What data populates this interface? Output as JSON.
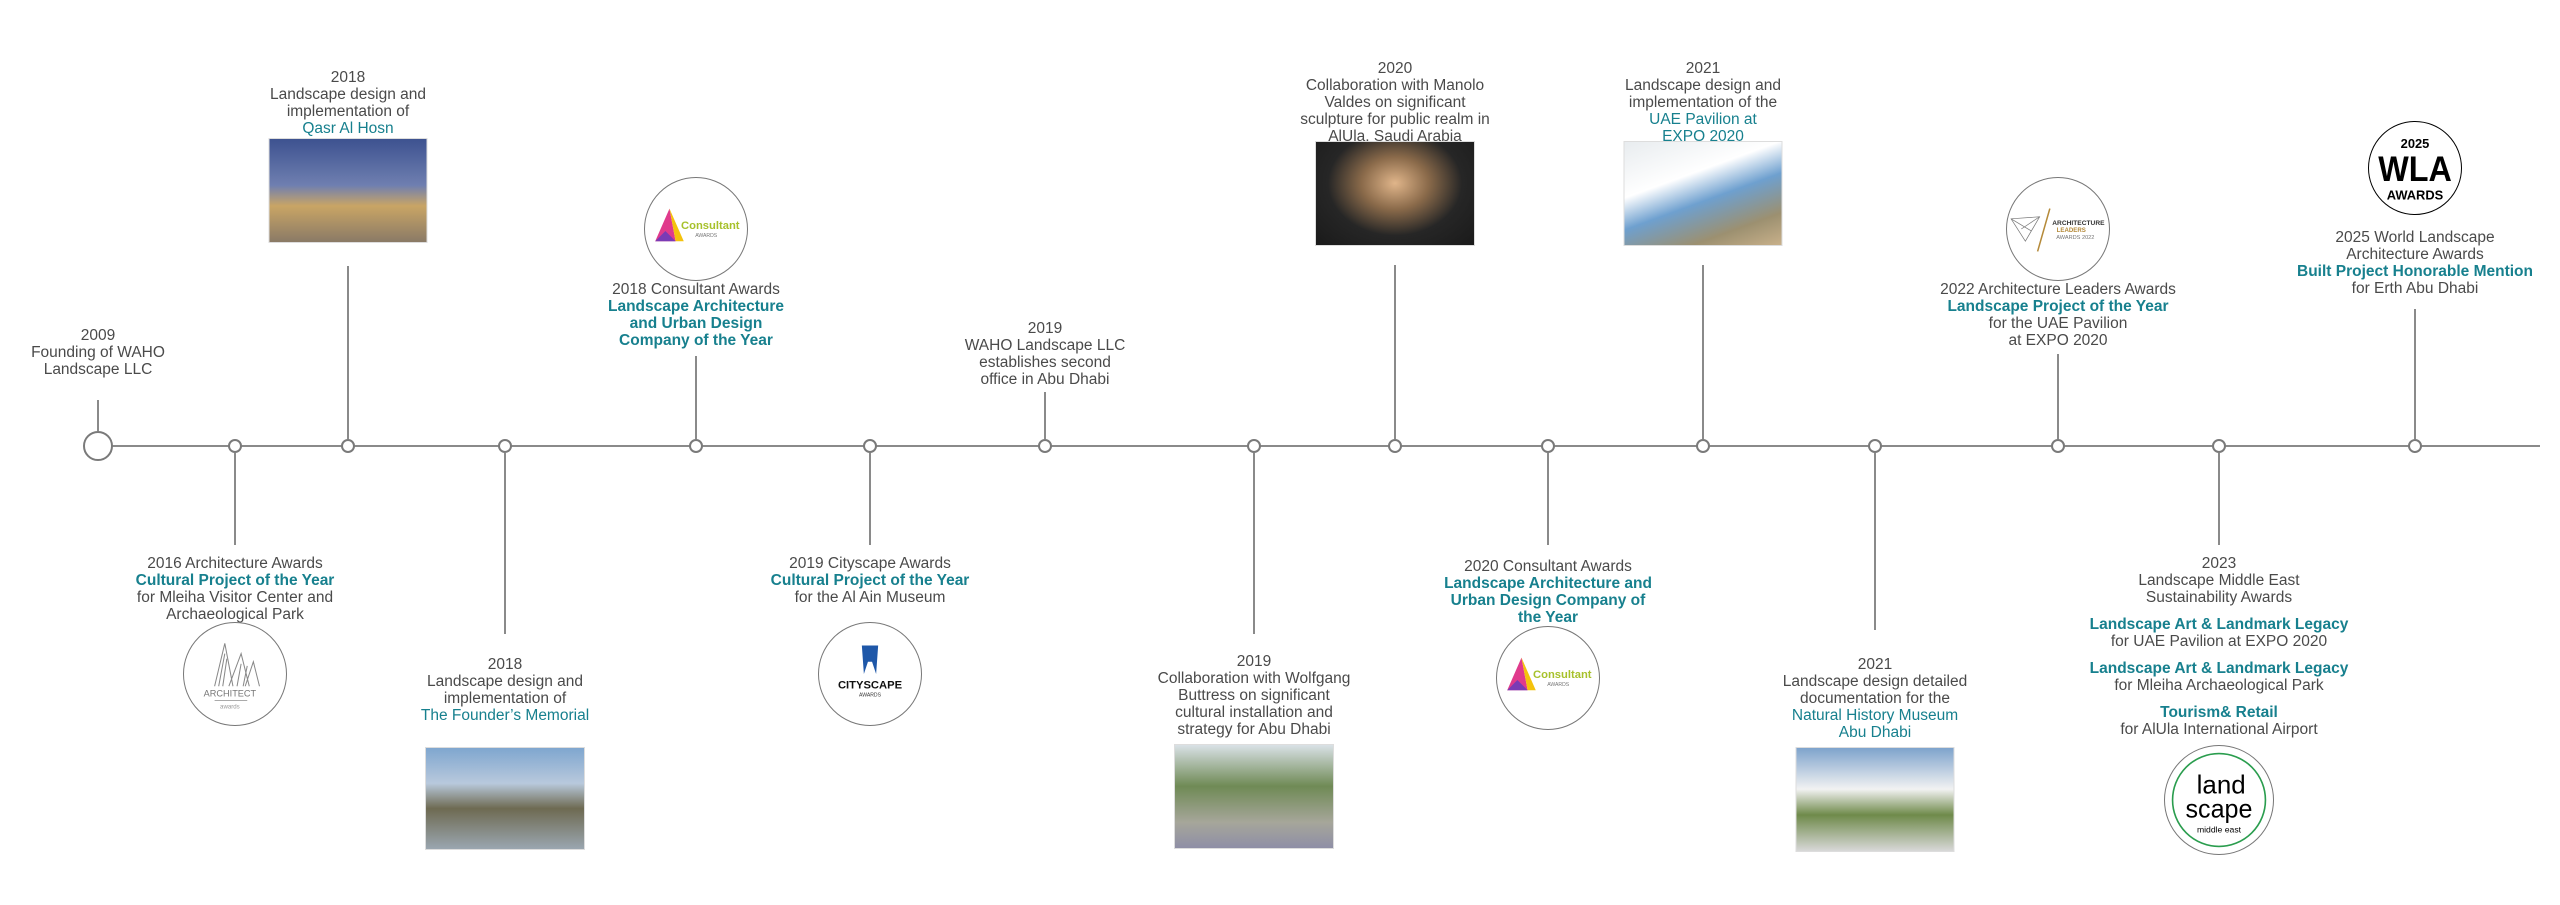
{
  "colors": {
    "text": "#4a4a4a",
    "accent": "#17808e",
    "line": "#8a8a8a"
  },
  "logos": {
    "consultant": {
      "word": "Consultant",
      "sub": "AWARDS"
    },
    "architect": {
      "word": "ARCHITECT",
      "sub": "awards"
    },
    "cityscape": {
      "word": "CITYSCAPE",
      "sub": "AWARDS"
    },
    "architecture_leaders": {
      "l1": "ARCHITECTURE",
      "l2": "LEADERS",
      "l3": "AWARDS 2022"
    },
    "wla": {
      "year": "2025",
      "word": "WLA",
      "sub": "AWARDS"
    },
    "landscape_me": {
      "l1": "land",
      "l2": "scape",
      "l3": "middle east"
    }
  },
  "events": [
    {
      "id": "founding-2009",
      "lines": [
        {
          "text": "2009"
        },
        {
          "text": "Founding of WAHO"
        },
        {
          "text": "Landscape LLC"
        }
      ]
    },
    {
      "id": "architecture-awards-2016",
      "logo": "architect",
      "lines": [
        {
          "text": "2016 Architecture Awards"
        },
        {
          "text": "Cultural Project of the Year",
          "style": "bold"
        },
        {
          "text": "for Mleiha Visitor Center and"
        },
        {
          "text": "Archaeological Park"
        }
      ]
    },
    {
      "id": "qasr-al-hosn-2018",
      "image": "qasr-al-hosn-photo",
      "lines": [
        {
          "text": "2018"
        },
        {
          "text": "Landscape design and"
        },
        {
          "text": "implementation of"
        },
        {
          "text": "Qasr Al Hosn",
          "style": "accent"
        }
      ]
    },
    {
      "id": "founders-memorial-2018",
      "image": "founders-memorial-photo",
      "lines": [
        {
          "text": "2018"
        },
        {
          "text": "Landscape design and"
        },
        {
          "text": "implementation of"
        },
        {
          "text": "The Founder’s Memorial",
          "style": "accent"
        }
      ]
    },
    {
      "id": "consultant-awards-2018",
      "logo": "consultant",
      "lines": [
        {
          "text": "2018 Consultant Awards"
        },
        {
          "text": "Landscape Architecture",
          "style": "bold"
        },
        {
          "text": "and Urban Design",
          "style": "bold"
        },
        {
          "text": "Company of the Year",
          "style": "bold"
        }
      ]
    },
    {
      "id": "cityscape-awards-2019",
      "logo": "cityscape",
      "lines": [
        {
          "text": "2019 Cityscape Awards"
        },
        {
          "text": "Cultural Project of the Year",
          "style": "bold"
        },
        {
          "text": "for the Al Ain Museum"
        }
      ]
    },
    {
      "id": "second-office-2019",
      "lines": [
        {
          "text": "2019"
        },
        {
          "text": "WAHO Landscape LLC"
        },
        {
          "text": "establishes second"
        },
        {
          "text": "office in Abu Dhabi"
        }
      ]
    },
    {
      "id": "wolfgang-buttress-2019",
      "image": "wolfgang-installation-photo",
      "lines": [
        {
          "text": "2019"
        },
        {
          "text": "Collaboration with Wolfgang"
        },
        {
          "text": "Buttress on significant"
        },
        {
          "text": "cultural installation and"
        },
        {
          "text": "strategy for Abu Dhabi"
        }
      ]
    },
    {
      "id": "manolo-valdes-2020",
      "image": "sculpture-photo",
      "lines": [
        {
          "text": "2020"
        },
        {
          "text": "Collaboration with Manolo"
        },
        {
          "text": "Valdes on significant"
        },
        {
          "text": "sculpture for public realm in"
        },
        {
          "text": "AlUla, Saudi Arabia"
        }
      ]
    },
    {
      "id": "consultant-awards-2020",
      "logo": "consultant",
      "lines": [
        {
          "text": "2020 Consultant Awards"
        },
        {
          "text": "Landscape Architecture and",
          "style": "bold"
        },
        {
          "text": "Urban Design Company of",
          "style": "bold"
        },
        {
          "text": "the Year",
          "style": "bold"
        }
      ]
    },
    {
      "id": "uae-pavilion-2021",
      "image": "uae-pavilion-photo",
      "lines": [
        {
          "text": "2021"
        },
        {
          "text": "Landscape design and"
        },
        {
          "text": "implementation of the"
        },
        {
          "text": "UAE Pavilion at",
          "style": "accent"
        },
        {
          "text": "EXPO 2020",
          "style": "accent"
        }
      ]
    },
    {
      "id": "natural-history-museum-2021",
      "image": "natural-history-museum-photo",
      "lines": [
        {
          "text": "2021"
        },
        {
          "text": "Landscape design detailed"
        },
        {
          "text": "documentation for the"
        },
        {
          "text": "Natural History Museum",
          "style": "accent"
        },
        {
          "text": "Abu Dhabi",
          "style": "accent"
        }
      ]
    },
    {
      "id": "architecture-leaders-2022",
      "logo": "architecture_leaders",
      "lines": [
        {
          "text": "2022 Architecture Leaders Awards"
        },
        {
          "text": "Landscape Project of the Year",
          "style": "bold"
        },
        {
          "text": "for the UAE Pavilion"
        },
        {
          "text": "at EXPO 2020"
        }
      ]
    },
    {
      "id": "landscape-middle-east-2023",
      "logo": "landscape_me",
      "lines": [
        {
          "text": "2023"
        },
        {
          "text": "Landscape Middle East"
        },
        {
          "text": "Sustainability Awards"
        },
        {
          "text": "Landscape Art & Landmark Legacy",
          "style": "bold",
          "gap": true
        },
        {
          "text": "for UAE Pavilion at EXPO 2020"
        },
        {
          "text": "Landscape Art & Landmark Legacy",
          "style": "bold",
          "gap": true
        },
        {
          "text": "for Mleiha Archaeological Park"
        },
        {
          "text": "Tourism& Retail",
          "style": "bold",
          "gap": true
        },
        {
          "text": "for AlUla International Airport"
        }
      ]
    },
    {
      "id": "wla-awards-2025",
      "logo": "wla",
      "lines": [
        {
          "text": "2025 World Landscape"
        },
        {
          "text": "Architecture Awards"
        },
        {
          "text": "Built Project Honorable Mention",
          "style": "bold"
        },
        {
          "text": "for Erth Abu Dhabi"
        }
      ]
    }
  ]
}
